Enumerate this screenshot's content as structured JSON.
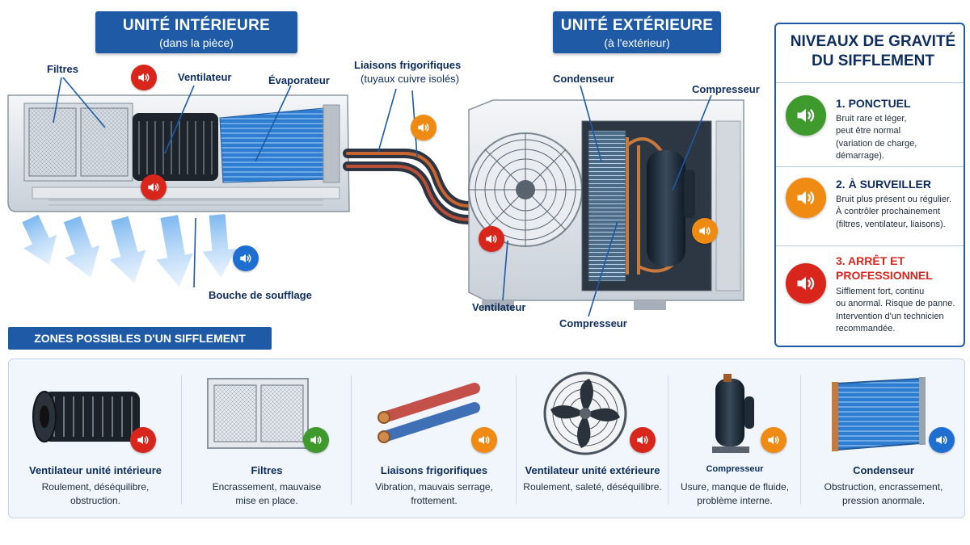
{
  "colors": {
    "red": "#d9261c",
    "orange": "#ef8a12",
    "green": "#3f9a2d",
    "blue": "#1f6fd1",
    "navy": "#1f5aa6"
  },
  "indoor": {
    "title": "UNITÉ INTÉRIEURE",
    "subtitle": "(dans la pièce)"
  },
  "outdoor": {
    "title": "UNITÉ EXTÉRIEURE",
    "subtitle": "(à l'extérieur)"
  },
  "labels": {
    "filtres": "Filtres",
    "ventilateur_int": "Ventilateur",
    "evaporateur": "Évaporateur",
    "liaisons": "Liaisons frigorifiques",
    "liaisons_sub": "(tuyaux cuivre isolés)",
    "bouche": "Bouche de soufflage",
    "condenseur": "Condenseur",
    "compresseur": "Compresseur",
    "ventilateur_ext": "Ventilateur",
    "compresseur_low": "Compresseur"
  },
  "icons": {
    "speaker": "speaker-icon"
  },
  "severity_panel": {
    "title_line1": "NIVEAUX DE GRAVITÉ",
    "title_line2": "DU SIFFLEMENT",
    "levels": [
      {
        "name": "1. PONCTUEL",
        "desc1": "Bruit rare et léger,",
        "desc2": "peut être normal",
        "desc3": "(variation de charge, démarrage).",
        "desc4": "",
        "color": "green"
      },
      {
        "name": "2. À SURVEILLER",
        "desc1": "Bruit plus présent ou régulier.",
        "desc2": "À contrôler prochainement",
        "desc3": "(filtres, ventilateur, liaisons).",
        "desc4": "",
        "color": "orange"
      },
      {
        "name": "3. ARRÊT ET",
        "name2": "PROFESSIONNEL",
        "desc1": "Sifflement fort, continu",
        "desc2": "ou anormal. Risque de panne.",
        "desc3": "Intervention d'un technicien",
        "desc4": "recommandée.",
        "color": "red"
      }
    ]
  },
  "zones": {
    "title": "ZONES POSSIBLES D'UN SIFFLEMENT",
    "items": [
      {
        "name": "Ventilateur unité intérieure",
        "desc1": "Roulement, déséquilibre,",
        "desc2": "obstruction.",
        "severity": "red"
      },
      {
        "name": "Filtres",
        "desc1": "Encrassement, mauvaise",
        "desc2": "mise en place.",
        "severity": "green"
      },
      {
        "name": "Liaisons frigorifiques",
        "desc1": "Vibration, mauvais serrage,",
        "desc2": "frottement.",
        "severity": "orange"
      },
      {
        "name": "Ventilateur unité extérieure",
        "desc1": "Roulement, saleté, déséquilibre.",
        "desc2": "",
        "severity": "red"
      },
      {
        "name": "Compresseur",
        "desc1": "Usure, manque de fluide,",
        "desc2": "problème interne.",
        "severity": "orange"
      },
      {
        "name": "Condenseur",
        "desc1": "Obstruction, encrassement,",
        "desc2": "pression anormale.",
        "severity": "blue"
      }
    ]
  }
}
